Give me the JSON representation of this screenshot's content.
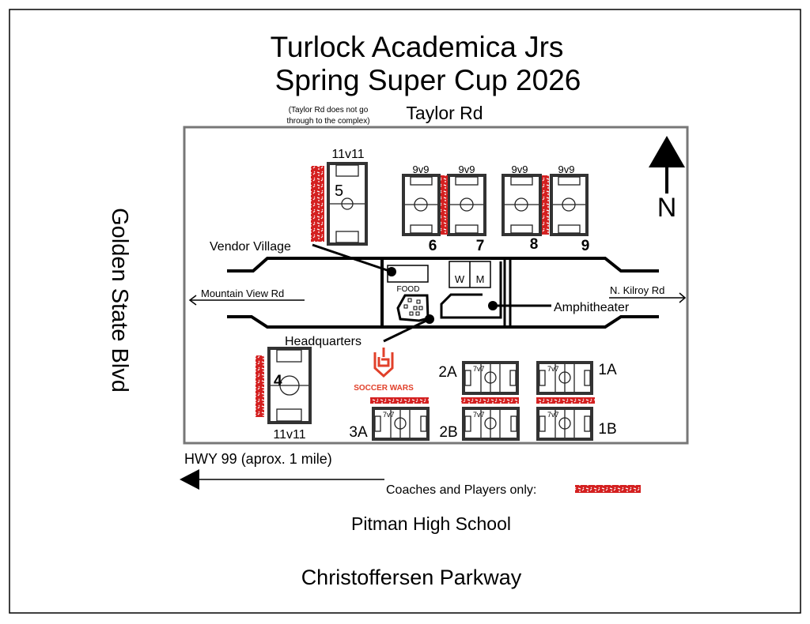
{
  "title": {
    "line1": "Turlock Academica Jrs",
    "line2": "Spring Super Cup 2026"
  },
  "roads": {
    "north": "Taylor Rd",
    "north_note_line1": "(Taylor Rd does not go",
    "north_note_line2": "through to the complex)",
    "west": "Golden State Blvd",
    "west_inner": "Mountain View Rd",
    "east_inner": "N. Kilroy Rd",
    "highway": "HWY 99 (aprox. 1 mile)",
    "south": "Christoffersen Parkway"
  },
  "compass": {
    "label": "N",
    "icon": "north-arrow-icon"
  },
  "fields": {
    "f5": {
      "number": "5",
      "format": "11v11"
    },
    "f6": {
      "number": "6",
      "format": "9v9"
    },
    "f7": {
      "number": "7",
      "format": "9v9"
    },
    "f8": {
      "number": "8",
      "format": "9v9"
    },
    "f9": {
      "number": "9",
      "format": "9v9"
    },
    "f4": {
      "number": "4",
      "format": "11v11"
    },
    "f2a": {
      "number": "2A",
      "format": "7v7"
    },
    "f1a": {
      "number": "1A",
      "format": "7v7"
    },
    "f3a": {
      "number": "3A",
      "format": "7v7"
    },
    "f2b": {
      "number": "2B",
      "format": "7v7"
    },
    "f1b": {
      "number": "1B",
      "format": "7v7"
    }
  },
  "facilities": {
    "vendor_village": "Vendor Village",
    "food": "FOOD",
    "restroom_women": "W",
    "restroom_men": "M",
    "amphitheater": "Amphitheater",
    "headquarters": "Headquarters"
  },
  "logo": {
    "text": "SOCCER WARS",
    "color": "#e1402a"
  },
  "legend": {
    "coaches_players": "Coaches and Players only:",
    "coaches_color": "#d42020"
  },
  "landmarks": {
    "school": "Pitman High School"
  }
}
